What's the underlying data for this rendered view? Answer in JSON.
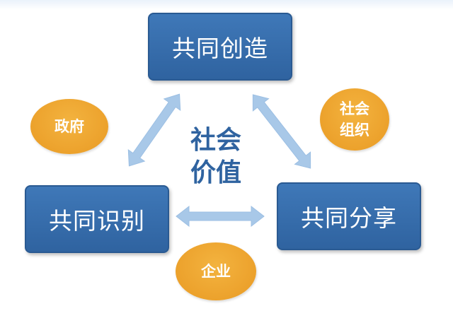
{
  "nodes": {
    "top": "共同创造",
    "left": "共同识别",
    "right": "共同分享"
  },
  "ovals": {
    "government": "政府",
    "social_org": "社会组织",
    "company": "企业"
  },
  "center": {
    "line1": "社会",
    "line2": "价值"
  },
  "colors": {
    "box_blue": "#2f63a0",
    "arrow_blue": "#a8c8e8",
    "oval_orange": "#efa52f",
    "center_text": "#2f63a0"
  }
}
